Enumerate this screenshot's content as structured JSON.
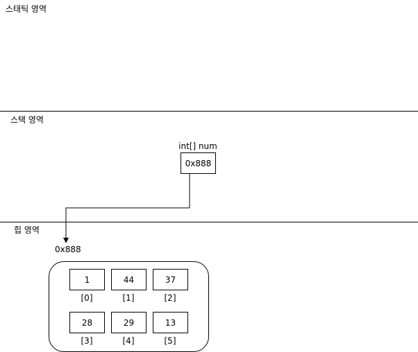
{
  "sections": {
    "static": "스태틱 영역",
    "stack": "스택 영역",
    "heap": "힙 영역"
  },
  "stack_var": {
    "label": "int[] num",
    "value": "0x888"
  },
  "heap_object": {
    "address": "0x888",
    "cells": [
      {
        "value": "1",
        "index": "[0]"
      },
      {
        "value": "44",
        "index": "[1]"
      },
      {
        "value": "37",
        "index": "[2]"
      },
      {
        "value": "28",
        "index": "[3]"
      },
      {
        "value": "29",
        "index": "[4]"
      },
      {
        "value": "13",
        "index": "[5]"
      }
    ]
  }
}
